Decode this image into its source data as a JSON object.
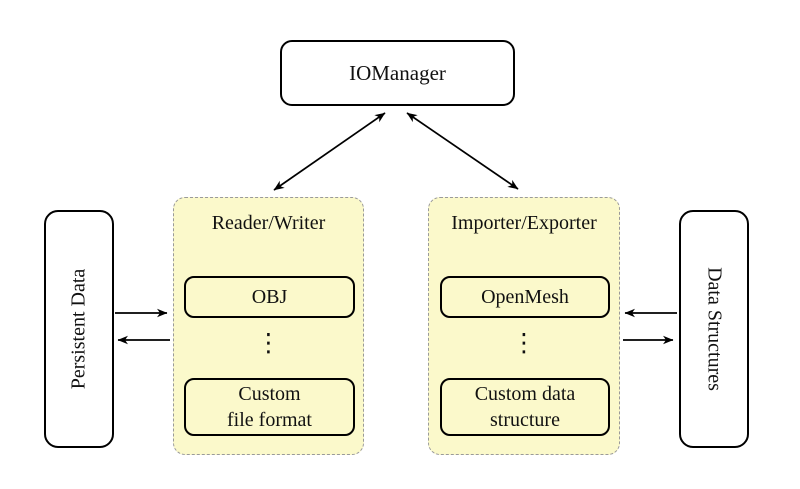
{
  "nodes": {
    "io_manager": {
      "label": "IOManager"
    },
    "persistent_data": {
      "label": "Persistent Data"
    },
    "data_structures": {
      "label": "Data Structures"
    }
  },
  "groups": {
    "reader_writer": {
      "title": "Reader/Writer",
      "vdots": "⋮",
      "items": [
        {
          "lines": [
            "OBJ"
          ]
        },
        {
          "lines": [
            "Custom",
            "file format"
          ]
        }
      ]
    },
    "importer_exporter": {
      "title": "Importer/Exporter",
      "vdots": "⋮",
      "items": [
        {
          "lines": [
            "OpenMesh"
          ]
        },
        {
          "lines": [
            "Custom data",
            "structure"
          ]
        }
      ]
    }
  },
  "colors": {
    "group_fill": "#fbf9cb",
    "group_border": "#9a9a9a",
    "node_border": "#000000",
    "node_fill": "#ffffff",
    "arrow": "#000000"
  }
}
